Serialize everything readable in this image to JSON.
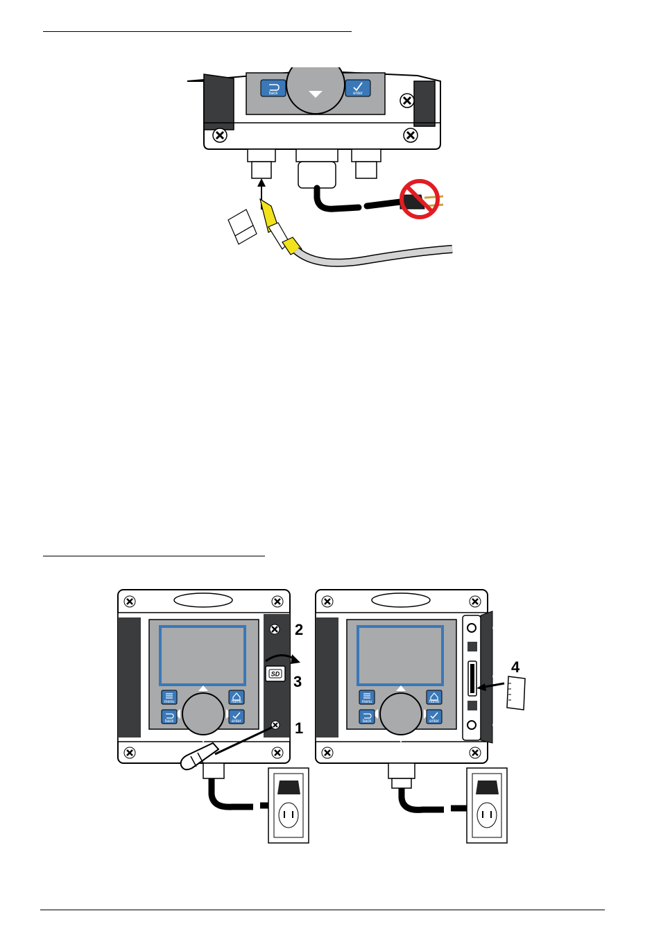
{
  "figure_top": {
    "buttons": {
      "back": "back",
      "enter": "enter"
    },
    "icons": [
      "screw-icon",
      "no-power-plug-icon",
      "connector-icon",
      "cable-icon",
      "arrow-up-icon"
    ]
  },
  "figure_bottom": {
    "left_panel": {
      "buttons": {
        "menu": "menu",
        "home": "home",
        "back": "back",
        "enter": "enter"
      },
      "sd_label": "SD",
      "callouts": [
        "2",
        "3",
        "1"
      ]
    },
    "right_panel": {
      "buttons": {
        "menu": "menu",
        "home": "home",
        "back": "back",
        "enter": "enter"
      },
      "callouts": [
        "4"
      ]
    }
  },
  "colors": {
    "button_blue": "#3a78b8",
    "display_gray": "#a8aaac",
    "enclosure_dark": "#3a3c3e",
    "cable_yellow": "#f2e21c",
    "prohibit_red": "#e11d23"
  }
}
